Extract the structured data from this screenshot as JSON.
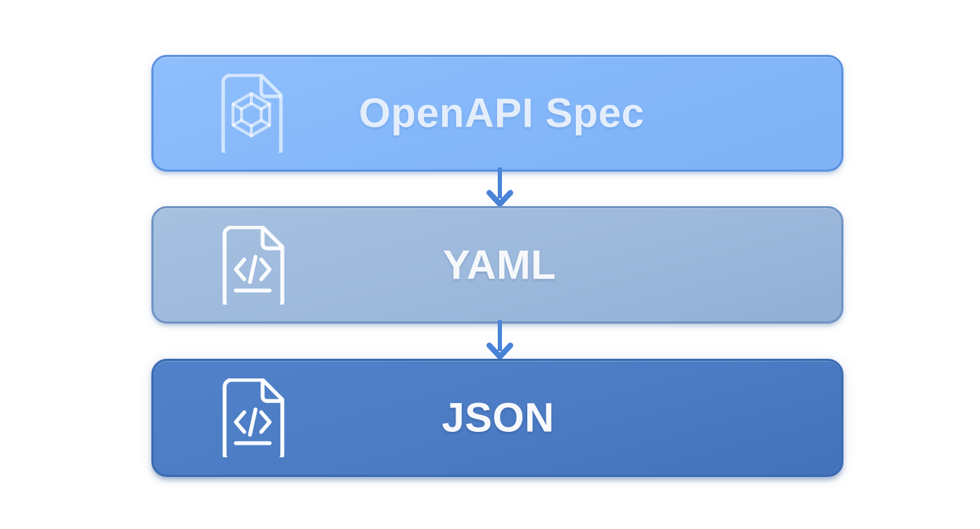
{
  "diagram": {
    "type": "flow",
    "orientation": "vertical",
    "background_color": "#ffffff",
    "title": "",
    "nodes": [
      {
        "id": "openapi",
        "label": "OpenAPI Spec",
        "icon": "document-cube-icon",
        "fill_color": "#86b9fa",
        "border_color": "#5b92e0",
        "text_color": "#ffffff"
      },
      {
        "id": "yaml",
        "label": "YAML",
        "icon": "document-code-icon",
        "fill_color": "#9db9dc",
        "border_color": "#6f93c4",
        "text_color": "#ffffff"
      },
      {
        "id": "json",
        "label": "JSON",
        "icon": "document-code-icon",
        "fill_color": "#4c7cc4",
        "border_color": "#3a6bb0",
        "text_color": "#ffffff"
      }
    ],
    "edges": [
      {
        "id": "edge-1",
        "from": "openapi",
        "to": "yaml",
        "arrow": "down-arrow-icon",
        "color": "#4a84d8"
      },
      {
        "id": "edge-2",
        "from": "yaml",
        "to": "json",
        "arrow": "down-arrow-icon",
        "color": "#4a84d8"
      }
    ]
  }
}
